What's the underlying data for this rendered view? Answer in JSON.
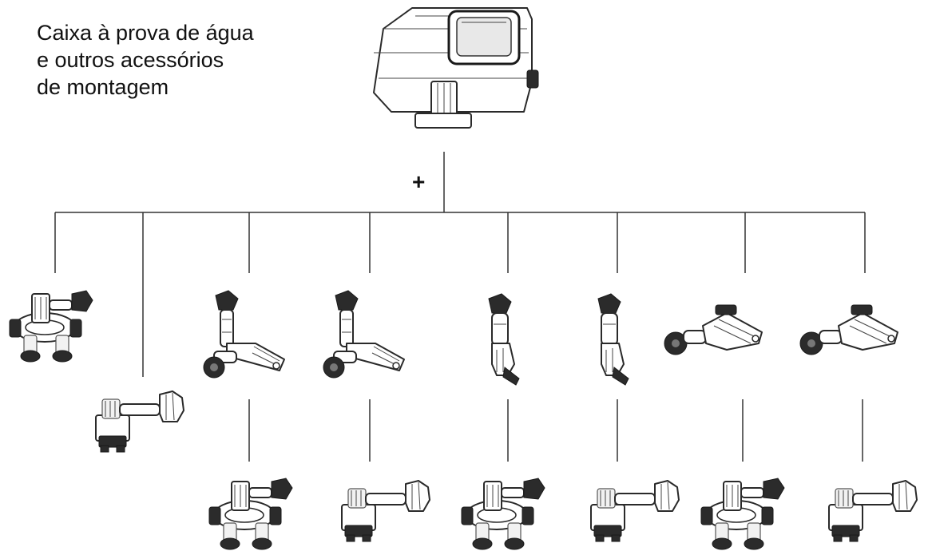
{
  "caption": {
    "lines": [
      "Caixa à prova de água",
      "e outros acessórios",
      "de montagem"
    ]
  },
  "connector": {
    "symbol": "+"
  },
  "icons": {
    "housing": "waterproof-case-icon",
    "handlebar": "handlebar-mount-icon",
    "buckle": "buckle-mount-icon",
    "three_way": "three-way-arm-icon",
    "long_arm": "long-extension-arm-icon",
    "short_arm": "short-extension-arm-icon",
    "pivot": "pivot-arm-icon"
  },
  "colors": {
    "line": "#333333",
    "ink": "#2a2a2a",
    "background": "#ffffff"
  }
}
